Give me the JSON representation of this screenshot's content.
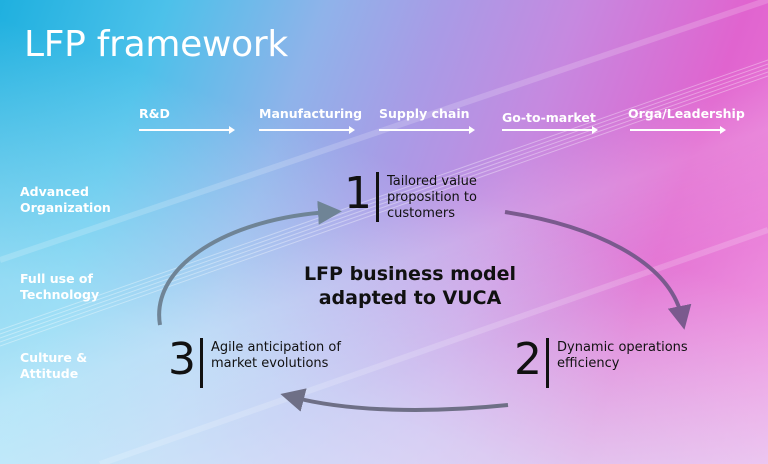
{
  "title": "LFP framework",
  "stages": [
    {
      "label": "R&D"
    },
    {
      "label": "Manufacturing"
    },
    {
      "label": "Supply chain"
    },
    {
      "label": "Go-to-market"
    },
    {
      "label": "Orga/Leadership"
    }
  ],
  "row_labels": [
    {
      "line1": "Advanced",
      "line2": "Organization"
    },
    {
      "line1": "Full use of",
      "line2": "Technology"
    },
    {
      "line1": "Culture &",
      "line2": "Attitude"
    }
  ],
  "center": {
    "line1": "LFP business model",
    "line2": "adapted to VUCA"
  },
  "pillars": [
    {
      "number": "1",
      "line1": "Tailored value",
      "line2": "proposition to",
      "line3": "customers"
    },
    {
      "number": "2",
      "line1": "Dynamic operations",
      "line2": "efficiency"
    },
    {
      "number": "3",
      "line1": "Agile anticipation of",
      "line2": "market evolutions"
    }
  ],
  "colors": {
    "arrow_blue_gray": "#6f8496",
    "arrow_purple": "#7a5a8e",
    "arrow_slate": "#6e6f86",
    "text_dark": "#111111",
    "text_light": "#ffffff"
  }
}
